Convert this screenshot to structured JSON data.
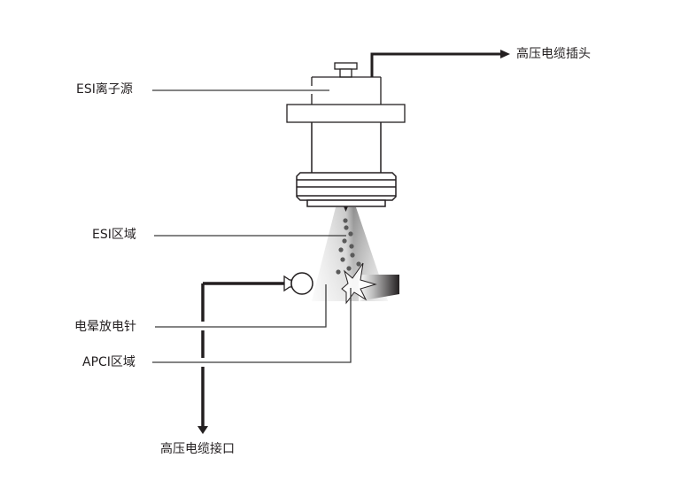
{
  "title": "ESI/APCI ion source schematic",
  "labels": {
    "esi_source": "ESI离子源",
    "esi_region": "ESI区域",
    "corona_needle": "电晕放电针",
    "apci_region": "APCI区域",
    "hv_cable_plug": "高压电缆插头",
    "hv_cable_port": "高压电缆接口"
  },
  "colors": {
    "line": "#231f20",
    "leader_line": "#3a3a3a",
    "spray_light": "#f2f2f2",
    "spray_dark": "#9a9a9a",
    "droplet": "#5a5a5a",
    "plume_dark": "#231f20"
  }
}
